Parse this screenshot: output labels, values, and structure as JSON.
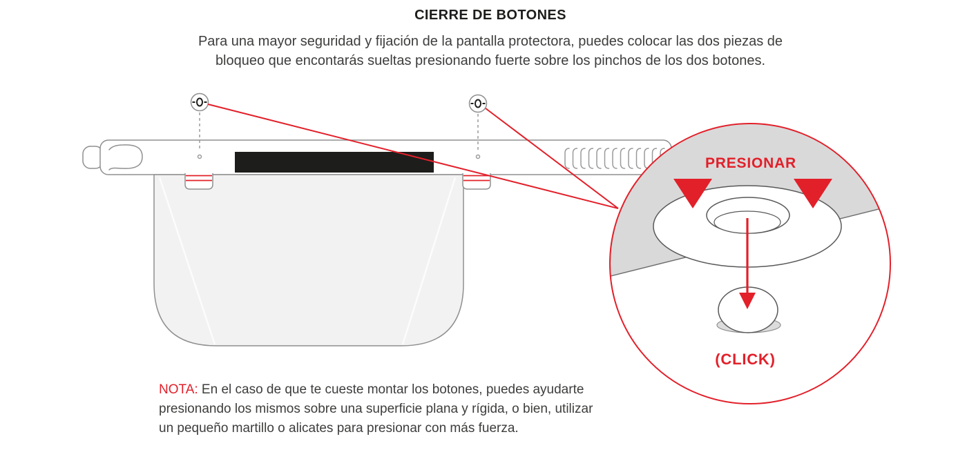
{
  "header": {
    "title": "CIERRE DE BOTONES",
    "intro_lines": [
      "Para una mayor seguridad y fijación de la pantalla protectora, puedes colocar las dos piezas de",
      "bloqueo que encontarás sueltas presionando fuerte sobre los pinchos de los dos botones."
    ]
  },
  "note": {
    "label": "NOTA:",
    "lines": [
      "  En el caso de que te cueste montar los botones, puedes ayudarte",
      "presionando los mismos sobre una superficie plana y rígida, o bien, utilizar",
      "un pequeño martillo o alicates para presionar con más fuerza."
    ]
  },
  "magnifier": {
    "press_label": "PRESIONAR",
    "click_label": "(CLICK)"
  },
  "colors": {
    "accent_red": "#e2202a",
    "text_dark": "#1d1d1b",
    "text_gray": "#3d3d3c",
    "outline_gray": "#8f8f8f",
    "detail_gray": "#58585a",
    "band_fill_gray": "#d9d9d9",
    "shield_fill": "#f2f2f2",
    "foam_black": "#1d1d1b"
  }
}
